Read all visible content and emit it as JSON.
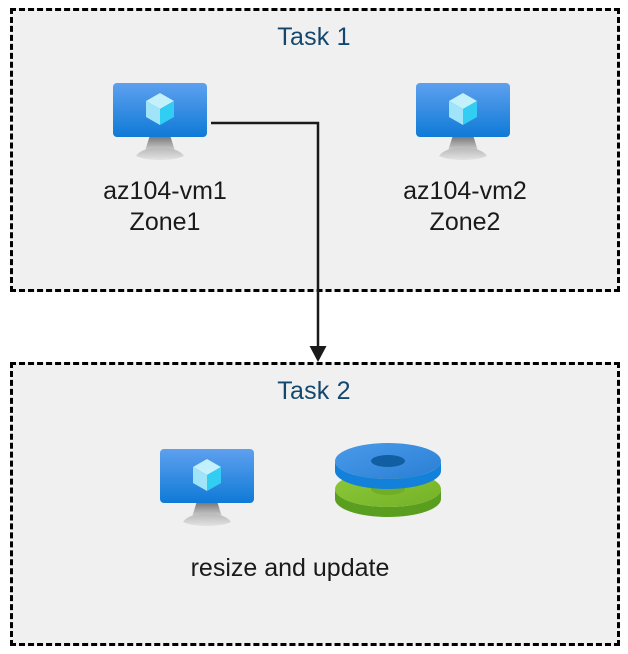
{
  "diagram": {
    "background_color": "#ffffff",
    "box_fill_color": "#f0f0f0",
    "box_border_color": "#000000",
    "title_color": "#14476e",
    "label_color": "#1a1a1a",
    "connector_color": "#1a1a1a"
  },
  "task1": {
    "title": "Task 1",
    "nodes": [
      {
        "icon": "virtual-machine-icon",
        "label": "az104-vm1\nZone1",
        "name": "az104-vm1",
        "zone": "Zone1"
      },
      {
        "icon": "virtual-machine-icon",
        "label": "az104-vm2\nZone2",
        "name": "az104-vm2",
        "zone": "Zone2"
      }
    ]
  },
  "task2": {
    "title": "Task 2",
    "icons": [
      "virtual-machine-icon",
      "managed-disks-icon"
    ],
    "label": "resize and update"
  },
  "connector": {
    "from": "az104-vm1",
    "to": "task2",
    "arrow": "down-arrow"
  },
  "icon_colors": {
    "vm_screen_top": "#5ea0ef",
    "vm_screen_bottom": "#0f7ad6",
    "vm_cube_top": "#c3f1fb",
    "vm_cube_left": "#9fe4f8",
    "vm_cube_right": "#32cdf2",
    "vm_stand": "#949494",
    "disk_blue_top": "#3d8ee0",
    "disk_blue_side": "#1380da",
    "disk_blue_hole": "#115ea3",
    "disk_green_top": "#86c232",
    "disk_green_side": "#5a9e1f",
    "disk_green_hole": "#6fae26"
  }
}
